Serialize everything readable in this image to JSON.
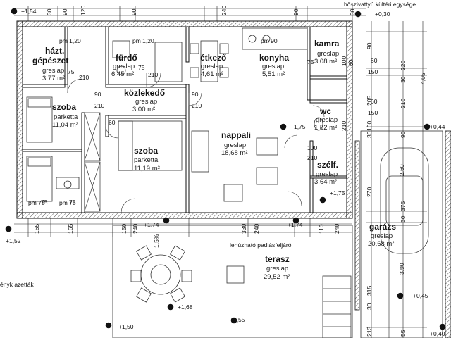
{
  "rooms": {
    "gepeszet": {
      "name": "házt. gépészet",
      "name1": "házt.",
      "name2": "gépészet",
      "floor": "greslap",
      "area": "3,77 m²"
    },
    "furdo": {
      "name": "fürdő",
      "floor": "greslap",
      "area": "6,45 m²"
    },
    "etkezo": {
      "name": "étkező",
      "floor": "greslap",
      "area": "4,61 m²"
    },
    "konyha": {
      "name": "konyha",
      "floor": "greslap",
      "area": "5,51 m²"
    },
    "kamra": {
      "name": "kamra",
      "floor": "greslap",
      "area": "3,08 m²"
    },
    "kozlekedo": {
      "name": "közlekedő",
      "floor": "greslap",
      "area": "3,00 m²"
    },
    "szoba1": {
      "name": "szoba",
      "floor": "parketta",
      "area": "11,04 m²"
    },
    "szoba2": {
      "name": "szoba",
      "floor": "parketta",
      "area": "11,19 m²"
    },
    "nappali": {
      "name": "nappali",
      "floor": "greslap",
      "area": "18,68 m²"
    },
    "wc": {
      "name": "wc",
      "floor": "greslap",
      "area": "1,82 m²"
    },
    "szelf": {
      "name": "szélf.",
      "floor": "greslap",
      "area": "3,64 m²"
    },
    "terasz": {
      "name": "terasz",
      "floor": "greslap",
      "area": "29,52 m²"
    },
    "garazs": {
      "name": "garázs",
      "floor": "greslap",
      "area": "20,68 m²"
    }
  },
  "annotations": {
    "gepeszet_pm": "pm 1,20",
    "furdo_pm": "pm 1,20",
    "konyha_pm": "pm 90",
    "bottom_pm1": "pm 75",
    "bottom_pm2": "pm 75",
    "top_right_label": "hőszivattyú kültéri egysége",
    "attic_ladder": "lehúzható padlásfeljáró",
    "left_note": "ényk azetták",
    "slope": "1,5%"
  },
  "levels": {
    "l1": "+1,54",
    "l2": "+0,30",
    "l3": "+1,75",
    "l4": "+0,44",
    "l5": "+1,75",
    "l6": "+1,74",
    "l7": "+1,74",
    "l8": "+1,52",
    "l9": "+1,68",
    "l10": "+1,50",
    "l11": "+1,55",
    "l12": "+0,45",
    "l13": "+0,40"
  },
  "dims": {
    "top": [
      "30",
      "90",
      "120",
      "90",
      "240",
      "90",
      "30"
    ],
    "right_col1": [
      "90",
      "205",
      "30",
      "270",
      "315",
      "30",
      "213"
    ],
    "right_col2": [
      "220",
      "30",
      "210",
      "90",
      "375",
      "30",
      "55"
    ],
    "right_col3": [
      "4,05",
      "2,60",
      "3,90"
    ],
    "bottom_left": [
      "75",
      "165",
      "75",
      "165"
    ],
    "bottom_mid": [
      "150",
      "240",
      "330",
      "240",
      "110",
      "240"
    ],
    "inner": [
      "75",
      "210",
      "75",
      "210",
      "90",
      "210",
      "90",
      "210",
      "60",
      "150",
      "75",
      "60",
      "150",
      "60",
      "100",
      "210",
      "100",
      "210",
      "100",
      "60"
    ]
  }
}
